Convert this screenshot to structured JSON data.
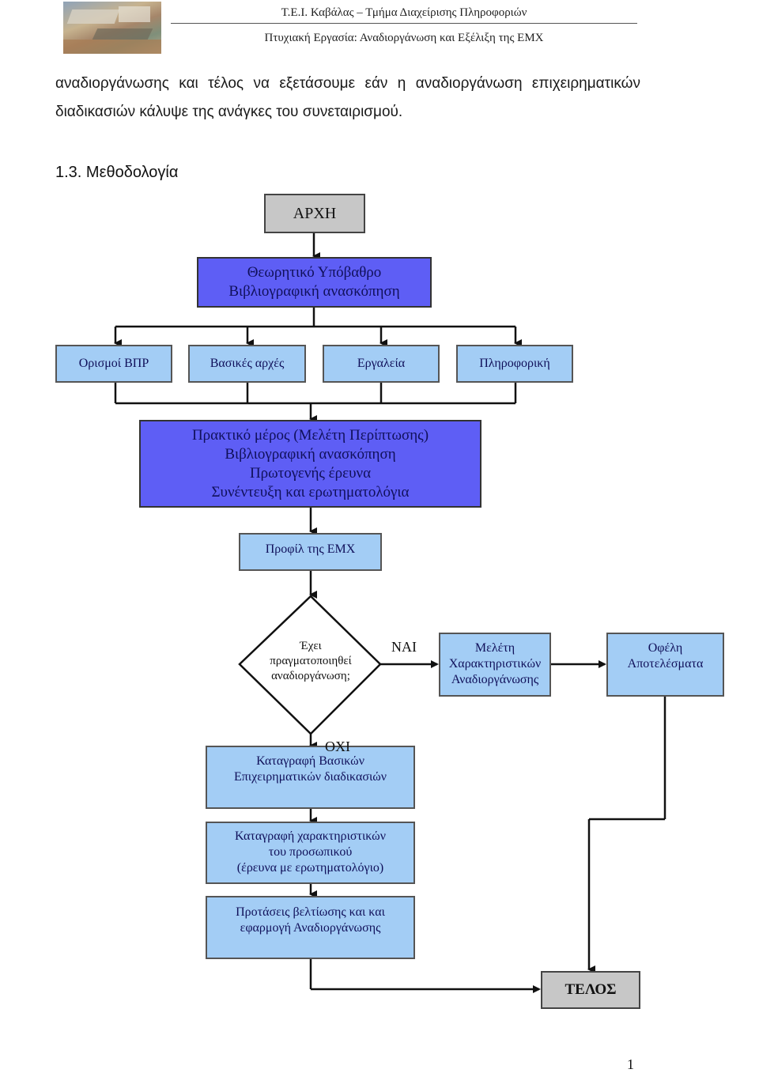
{
  "header": {
    "line1": "Τ.Ε.Ι. Καβάλας – Τμήμα Διαχείρισης Πληροφοριών",
    "line2": "Πτυχιακή Εργασία: Αναδιοργάνωση και Εξέλιξη της ΕΜΧ"
  },
  "intro": [
    "αναδιοργάνωσης και τέλος να εξετάσουμε εάν η αναδιοργάνωση επιχειρηματικών",
    "διαδικασιών κάλυψε της ανάγκες του συνεταιρισμού."
  ],
  "section_title": "1.3. Μεθοδολογία",
  "flow": {
    "start": "ΑΡΧΗ",
    "theory": [
      "Θεωρητικό Υπόβαθρο",
      "Βιβλιογραφική ανασκόπηση"
    ],
    "topics": [
      "Ορισμοί ΒΠΡ",
      "Βασικές αρχές",
      "Εργαλεία",
      "Πληροφορική"
    ],
    "practical": [
      "Πρακτικό μέρος (Μελέτη Περίπτωσης)",
      "Βιβλιογραφική ανασκόπηση",
      "Πρωτογενής έρευνα",
      "Συνέντευξη και ερωτηματολόγια"
    ],
    "profile": "Προφίλ της ΕΜΧ",
    "decision": [
      "Έχει",
      "πραγματοποιηθεί",
      "αναδιοργάνωση;"
    ],
    "yes_label": "ΝΑΙ",
    "no_label": "ΟΧΙ",
    "study": [
      "Μελέτη",
      "Χαρακτηριστικών",
      "Αναδιοργάνωσης"
    ],
    "benefits": [
      "Οφέλη",
      "Αποτελέσματα"
    ],
    "record_processes": [
      "Καταγραφή Βασικών",
      "Επιχειρηματικών διαδικασιών"
    ],
    "record_staff": [
      "Καταγραφή χαρακτηριστικών",
      "του προσωπικού",
      "(έρευνα με ερωτηματολόγιο)"
    ],
    "proposals": [
      "Προτάσεις βελτίωσης και και",
      "εφαρμογή Αναδιοργάνωσης"
    ],
    "end": "ΤΕΛΟΣ"
  },
  "page_number": "1"
}
